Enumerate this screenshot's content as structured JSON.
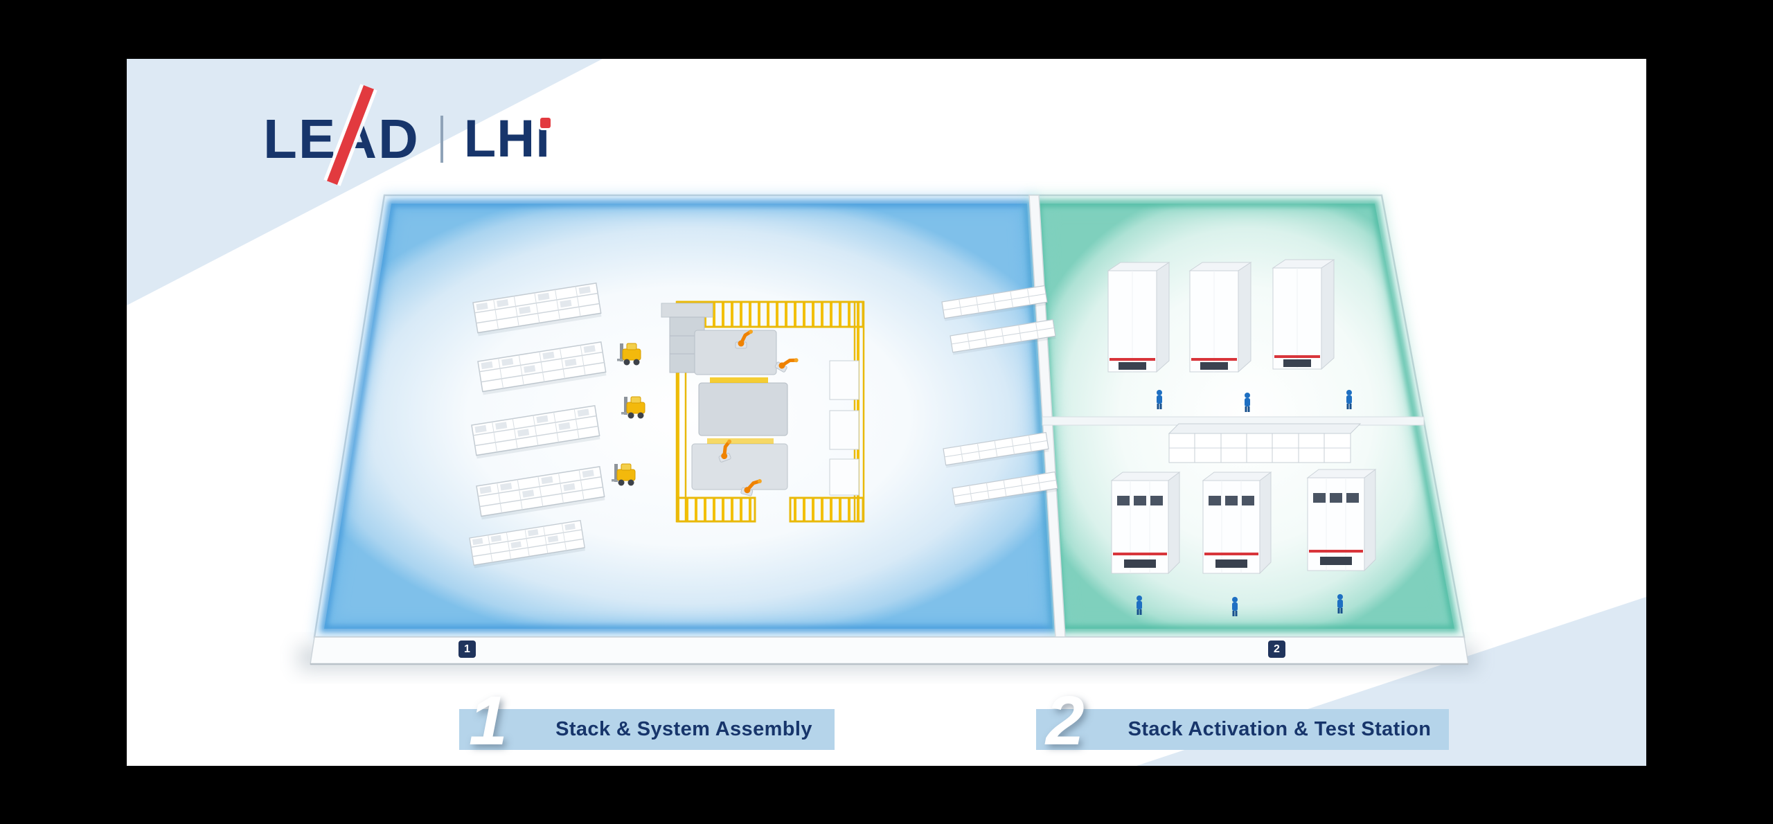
{
  "brand": {
    "lead": "LEAD",
    "lhi": "LHi"
  },
  "colors": {
    "navy": "#17356b",
    "red": "#e23a3f",
    "wedge": "#dde9f4",
    "legend_bar": "#b5d4ea",
    "zone1_glow": "#4da3e0",
    "zone2_glow": "#5fc5ae",
    "fence_yellow": "#f2c000",
    "robot_orange": "#ef8200",
    "worker_blue": "#1e6fc2",
    "marker_navy": "#20345c"
  },
  "floor": {
    "markers": [
      {
        "number": "1"
      },
      {
        "number": "2"
      }
    ]
  },
  "legend": {
    "items": [
      {
        "number": "1",
        "label": "Stack & System Assembly"
      },
      {
        "number": "2",
        "label": "Stack Activation & Test Station"
      }
    ]
  }
}
